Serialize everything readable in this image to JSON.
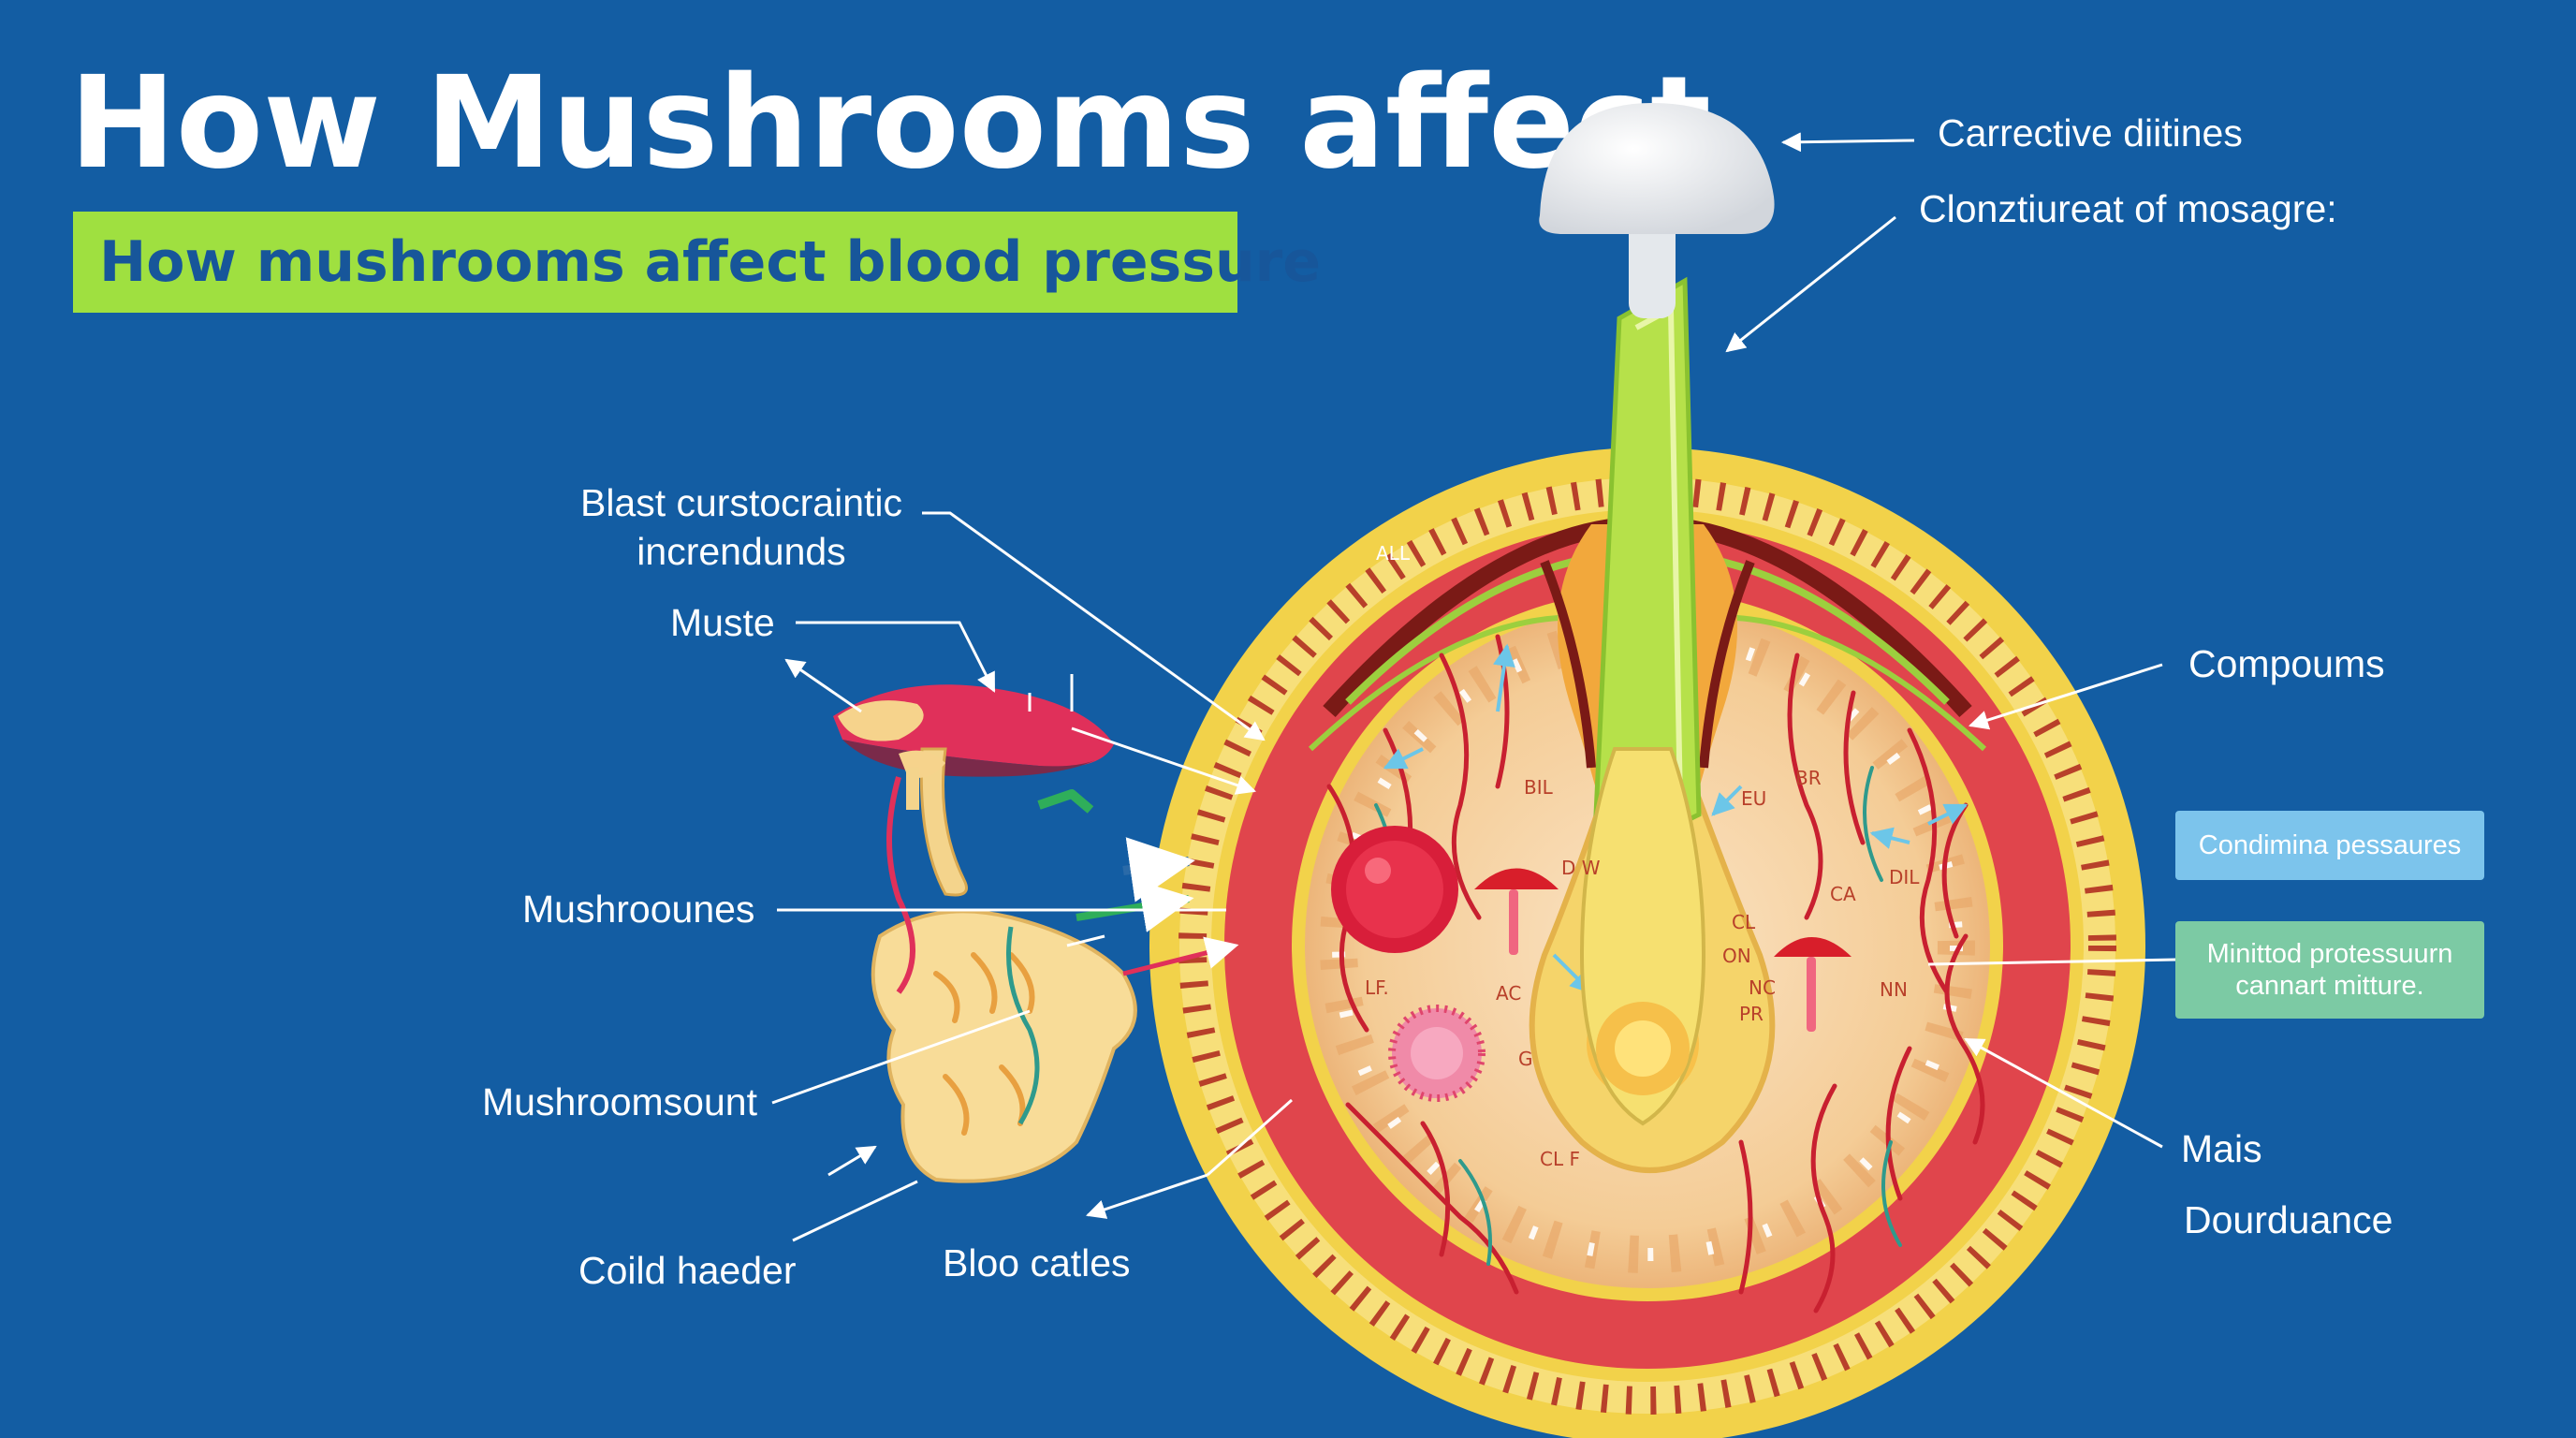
{
  "title": "How Mushrooms affect",
  "subtitle": "How mushrooms affect blood pressure",
  "labels": {
    "carrective": "Carrective diitines",
    "clonztiureat": "Clonztiureat of mosagre:",
    "blast_line1": "Blast curstocraintic",
    "blast_line2": "increndunds",
    "muste": "Muste",
    "mushroounes": "Mushroounes",
    "mushroomsount": "Mushroomsount",
    "coild_haeder": "Coild haeder",
    "bloo_catles": "Bloo catles",
    "compoums": "Compoums",
    "mais": "Mais",
    "dourduance": "Dourduance"
  },
  "boxes": {
    "condimina": "Condimina pessaures",
    "minittod_line1": "Minittod protessuurn",
    "minittod_line2": "cannart mitture."
  },
  "tiny_labels": {
    "all": "ALL",
    "bil": "BIL",
    "dw": "D W",
    "lf": "LF.",
    "ac": "AC",
    "g": "G",
    "clf": "CL F",
    "eu": "EU",
    "br": "BR",
    "ca": "CA",
    "dil": "DIL",
    "cl": "CL",
    "on": "ON",
    "nc": "NC",
    "pr": "PR",
    "nn": "NN"
  },
  "colors": {
    "background": "#135da3",
    "subtitle_bg": "#9fe040",
    "subtitle_text": "#17569a",
    "ring_yellow": "#f2d24a",
    "ring_red": "#e0454c",
    "tissue": "#f2c48c",
    "stem_green": "#b6e14a",
    "box_blue": "#7cc4ec",
    "box_green": "#7ccaa4"
  }
}
